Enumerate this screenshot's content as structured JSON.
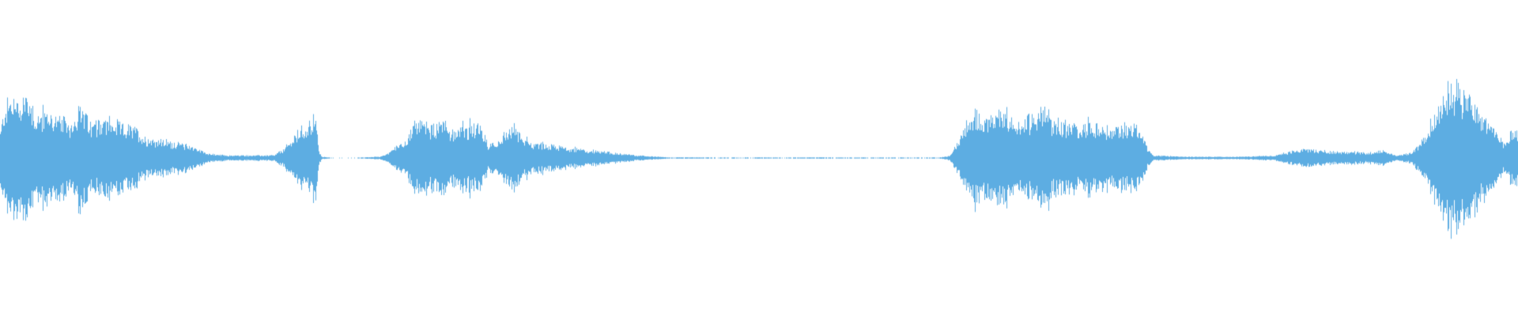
{
  "waveform": {
    "color": "#5dade2",
    "background": "#ffffff",
    "amplitude_envelope": [
      [
        0.0,
        0.2
      ],
      [
        0.003,
        0.4
      ],
      [
        0.008,
        0.47
      ],
      [
        0.012,
        0.44
      ],
      [
        0.017,
        0.5
      ],
      [
        0.021,
        0.42
      ],
      [
        0.024,
        0.3
      ],
      [
        0.03,
        0.36
      ],
      [
        0.036,
        0.32
      ],
      [
        0.041,
        0.3
      ],
      [
        0.046,
        0.26
      ],
      [
        0.052,
        0.4
      ],
      [
        0.056,
        0.34
      ],
      [
        0.06,
        0.24
      ],
      [
        0.066,
        0.3
      ],
      [
        0.072,
        0.28
      ],
      [
        0.078,
        0.26
      ],
      [
        0.084,
        0.24
      ],
      [
        0.09,
        0.22
      ],
      [
        0.095,
        0.16
      ],
      [
        0.105,
        0.14
      ],
      [
        0.115,
        0.12
      ],
      [
        0.125,
        0.1
      ],
      [
        0.132,
        0.06
      ],
      [
        0.139,
        0.03
      ],
      [
        0.15,
        0.02
      ],
      [
        0.165,
        0.02
      ],
      [
        0.18,
        0.02
      ],
      [
        0.186,
        0.06
      ],
      [
        0.192,
        0.14
      ],
      [
        0.198,
        0.22
      ],
      [
        0.204,
        0.28
      ],
      [
        0.208,
        0.3
      ],
      [
        0.21,
        0.05
      ],
      [
        0.212,
        0.01
      ],
      [
        0.22,
        0.0
      ],
      [
        0.24,
        0.005
      ],
      [
        0.25,
        0.01
      ],
      [
        0.256,
        0.04
      ],
      [
        0.262,
        0.1
      ],
      [
        0.268,
        0.16
      ],
      [
        0.274,
        0.28
      ],
      [
        0.28,
        0.26
      ],
      [
        0.286,
        0.24
      ],
      [
        0.292,
        0.28
      ],
      [
        0.298,
        0.22
      ],
      [
        0.304,
        0.26
      ],
      [
        0.31,
        0.24
      ],
      [
        0.316,
        0.24
      ],
      [
        0.322,
        0.1
      ],
      [
        0.328,
        0.14
      ],
      [
        0.333,
        0.2
      ],
      [
        0.338,
        0.24
      ],
      [
        0.344,
        0.16
      ],
      [
        0.35,
        0.12
      ],
      [
        0.36,
        0.1
      ],
      [
        0.375,
        0.08
      ],
      [
        0.39,
        0.06
      ],
      [
        0.405,
        0.04
      ],
      [
        0.42,
        0.02
      ],
      [
        0.44,
        0.005
      ],
      [
        0.46,
        0.005
      ],
      [
        0.48,
        0.004
      ],
      [
        0.5,
        0.005
      ],
      [
        0.52,
        0.004
      ],
      [
        0.54,
        0.005
      ],
      [
        0.56,
        0.004
      ],
      [
        0.58,
        0.005
      ],
      [
        0.6,
        0.004
      ],
      [
        0.62,
        0.005
      ],
      [
        0.626,
        0.02
      ],
      [
        0.632,
        0.14
      ],
      [
        0.638,
        0.28
      ],
      [
        0.644,
        0.34
      ],
      [
        0.65,
        0.3
      ],
      [
        0.656,
        0.32
      ],
      [
        0.662,
        0.38
      ],
      [
        0.668,
        0.3
      ],
      [
        0.674,
        0.26
      ],
      [
        0.68,
        0.34
      ],
      [
        0.686,
        0.38
      ],
      [
        0.692,
        0.3
      ],
      [
        0.698,
        0.28
      ],
      [
        0.704,
        0.26
      ],
      [
        0.71,
        0.24
      ],
      [
        0.716,
        0.28
      ],
      [
        0.722,
        0.26
      ],
      [
        0.728,
        0.24
      ],
      [
        0.734,
        0.22
      ],
      [
        0.74,
        0.24
      ],
      [
        0.746,
        0.26
      ],
      [
        0.752,
        0.2
      ],
      [
        0.756,
        0.08
      ],
      [
        0.76,
        0.02
      ],
      [
        0.78,
        0.01
      ],
      [
        0.8,
        0.01
      ],
      [
        0.82,
        0.01
      ],
      [
        0.84,
        0.02
      ],
      [
        0.85,
        0.05
      ],
      [
        0.86,
        0.07
      ],
      [
        0.87,
        0.06
      ],
      [
        0.88,
        0.05
      ],
      [
        0.89,
        0.05
      ],
      [
        0.9,
        0.04
      ],
      [
        0.912,
        0.06
      ],
      [
        0.92,
        0.02
      ],
      [
        0.93,
        0.04
      ],
      [
        0.936,
        0.12
      ],
      [
        0.942,
        0.26
      ],
      [
        0.948,
        0.4
      ],
      [
        0.952,
        0.52
      ],
      [
        0.956,
        0.58
      ],
      [
        0.96,
        0.55
      ],
      [
        0.964,
        0.52
      ],
      [
        0.968,
        0.48
      ],
      [
        0.972,
        0.42
      ],
      [
        0.976,
        0.32
      ],
      [
        0.98,
        0.3
      ],
      [
        0.984,
        0.24
      ],
      [
        0.988,
        0.16
      ],
      [
        0.992,
        0.1
      ],
      [
        0.996,
        0.22
      ],
      [
        1.0,
        0.2
      ]
    ]
  }
}
